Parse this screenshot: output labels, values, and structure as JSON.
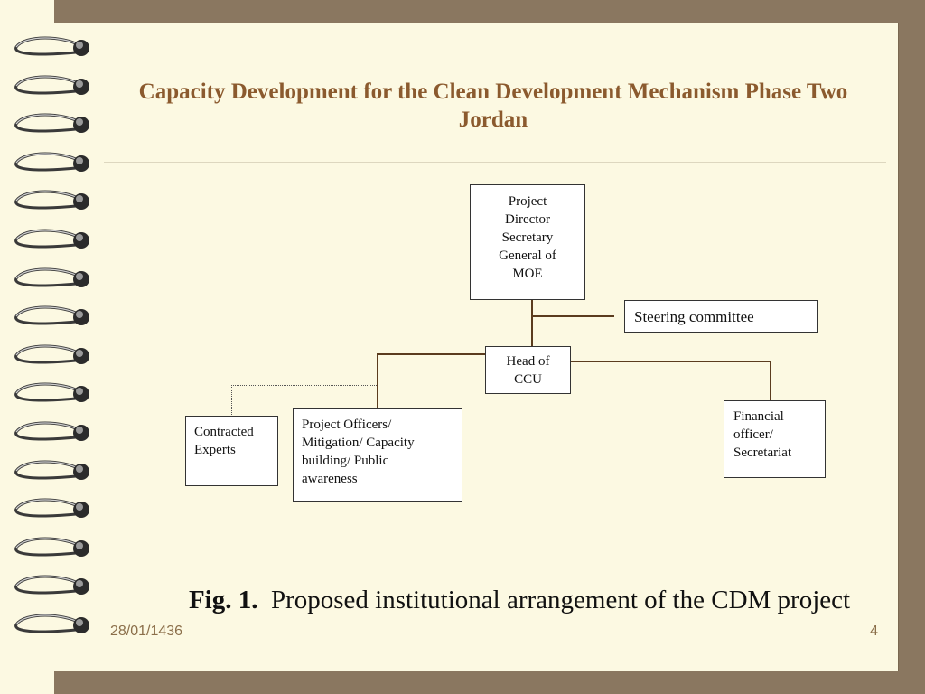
{
  "slide": {
    "title": "Capacity Development for the Clean Development Mechanism Phase Two Jordan",
    "footer_date": "28/01/1436",
    "page_number": "4",
    "colors": {
      "title": "#8b5a2e",
      "background": "#fcf9e2",
      "frame": "#8a7760",
      "connector": "#5b3c1e"
    }
  },
  "diagram": {
    "nodes": [
      {
        "id": "project-director",
        "lines": [
          "Project",
          "Director",
          "Secretary",
          "General of",
          "MOE"
        ]
      },
      {
        "id": "steering-committee",
        "lines": [
          "Steering committee"
        ]
      },
      {
        "id": "head-of-ccu",
        "lines": [
          "Head of",
          "CCU"
        ]
      },
      {
        "id": "contracted-experts",
        "lines": [
          "Contracted",
          "Experts"
        ]
      },
      {
        "id": "project-officers",
        "lines": [
          "Project Officers/",
          "Mitigation/ Capacity",
          "building/ Public",
          "awareness"
        ]
      },
      {
        "id": "financial-officer",
        "lines": [
          "Financial",
          "officer/",
          "Secretariat"
        ]
      }
    ],
    "edges": [
      {
        "from": "project-director",
        "to": "head-of-ccu",
        "style": "solid"
      },
      {
        "from": "project-director",
        "to": "steering-committee",
        "style": "solid"
      },
      {
        "from": "head-of-ccu",
        "to": "project-officers",
        "style": "solid"
      },
      {
        "from": "head-of-ccu",
        "to": "financial-officer",
        "style": "solid"
      },
      {
        "from": "project-officers",
        "to": "contracted-experts",
        "style": "dotted"
      }
    ]
  },
  "caption": {
    "label": "Fig. 1.",
    "text": "Proposed institutional arrangement of the CDM project"
  }
}
